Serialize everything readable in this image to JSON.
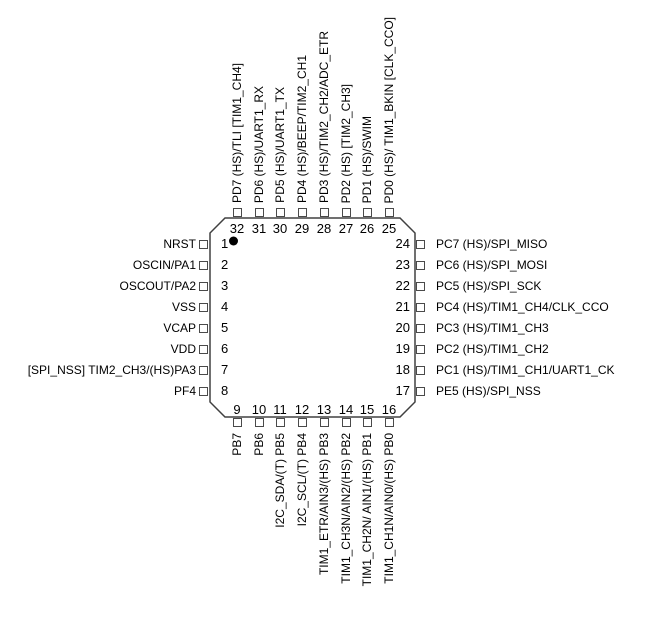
{
  "diagram": {
    "type": "mcu-pinout",
    "package": "32-pin quad flat package",
    "pin1_marker": "filled-dot"
  },
  "colors": {
    "background": "#ffffff",
    "outline": "#404040",
    "lead_border": "#4a4a4a",
    "text": "#000000",
    "dot": "#000000"
  },
  "pins": {
    "top": [
      {
        "number": "32",
        "label": "PD7 (HS)/TLI [TIM1_CH4]"
      },
      {
        "number": "31",
        "label": "PD6 (HS)/UART1_RX"
      },
      {
        "number": "30",
        "label": "PD5 (HS)/UART1_TX"
      },
      {
        "number": "29",
        "label": "PD4 (HS)/BEEP/TIM2_CH1"
      },
      {
        "number": "28",
        "label": "PD3 (HS)/TIM2_CH2/ADC_ETR"
      },
      {
        "number": "27",
        "label": "PD2 (HS) [TIM2_CH3]"
      },
      {
        "number": "26",
        "label": "PD1 (HS)/SWIM"
      },
      {
        "number": "25",
        "label": "PD0 (HS)/ TIM1_BKIN [CLK_CCO]"
      }
    ],
    "left": [
      {
        "number": "1",
        "label": "NRST"
      },
      {
        "number": "2",
        "label": "OSCIN/PA1"
      },
      {
        "number": "3",
        "label": "OSCOUT/PA2"
      },
      {
        "number": "4",
        "label": "VSS"
      },
      {
        "number": "5",
        "label": "VCAP"
      },
      {
        "number": "6",
        "label": "VDD"
      },
      {
        "number": "7",
        "label": "[SPI_NSS] TIM2_CH3/(HS)PA3"
      },
      {
        "number": "8",
        "label": "PF4"
      }
    ],
    "right": [
      {
        "number": "24",
        "label": "PC7 (HS)/SPI_MISO"
      },
      {
        "number": "23",
        "label": "PC6 (HS)/SPI_MOSI"
      },
      {
        "number": "22",
        "label": "PC5 (HS)/SPI_SCK"
      },
      {
        "number": "21",
        "label": "PC4 (HS)/TIM1_CH4/CLK_CCO"
      },
      {
        "number": "20",
        "label": "PC3 (HS)/TIM1_CH3"
      },
      {
        "number": "19",
        "label": "PC2 (HS)/TIM1_CH2"
      },
      {
        "number": "18",
        "label": "PC1 (HS)/TIM1_CH1/UART1_CK"
      },
      {
        "number": "17",
        "label": "PE5 (HS)/SPI_NSS"
      }
    ],
    "bottom": [
      {
        "number": "9",
        "label": "PB7"
      },
      {
        "number": "10",
        "label": "PB6"
      },
      {
        "number": "11",
        "label": "I2C_SDA/(T) PB5"
      },
      {
        "number": "12",
        "label": "I2C_SCL/(T) PB4"
      },
      {
        "number": "13",
        "label": "TIM1_ETR/AIN3/(HS) PB3"
      },
      {
        "number": "14",
        "label": "TIM1_CH3N/AIN2/(HS) PB2"
      },
      {
        "number": "15",
        "label": "TIM1_CH2N/ AIN1/(HS) PB1"
      },
      {
        "number": "16",
        "label": "TIM1_CH1N/AIN0/(HS) PB0"
      }
    ]
  }
}
